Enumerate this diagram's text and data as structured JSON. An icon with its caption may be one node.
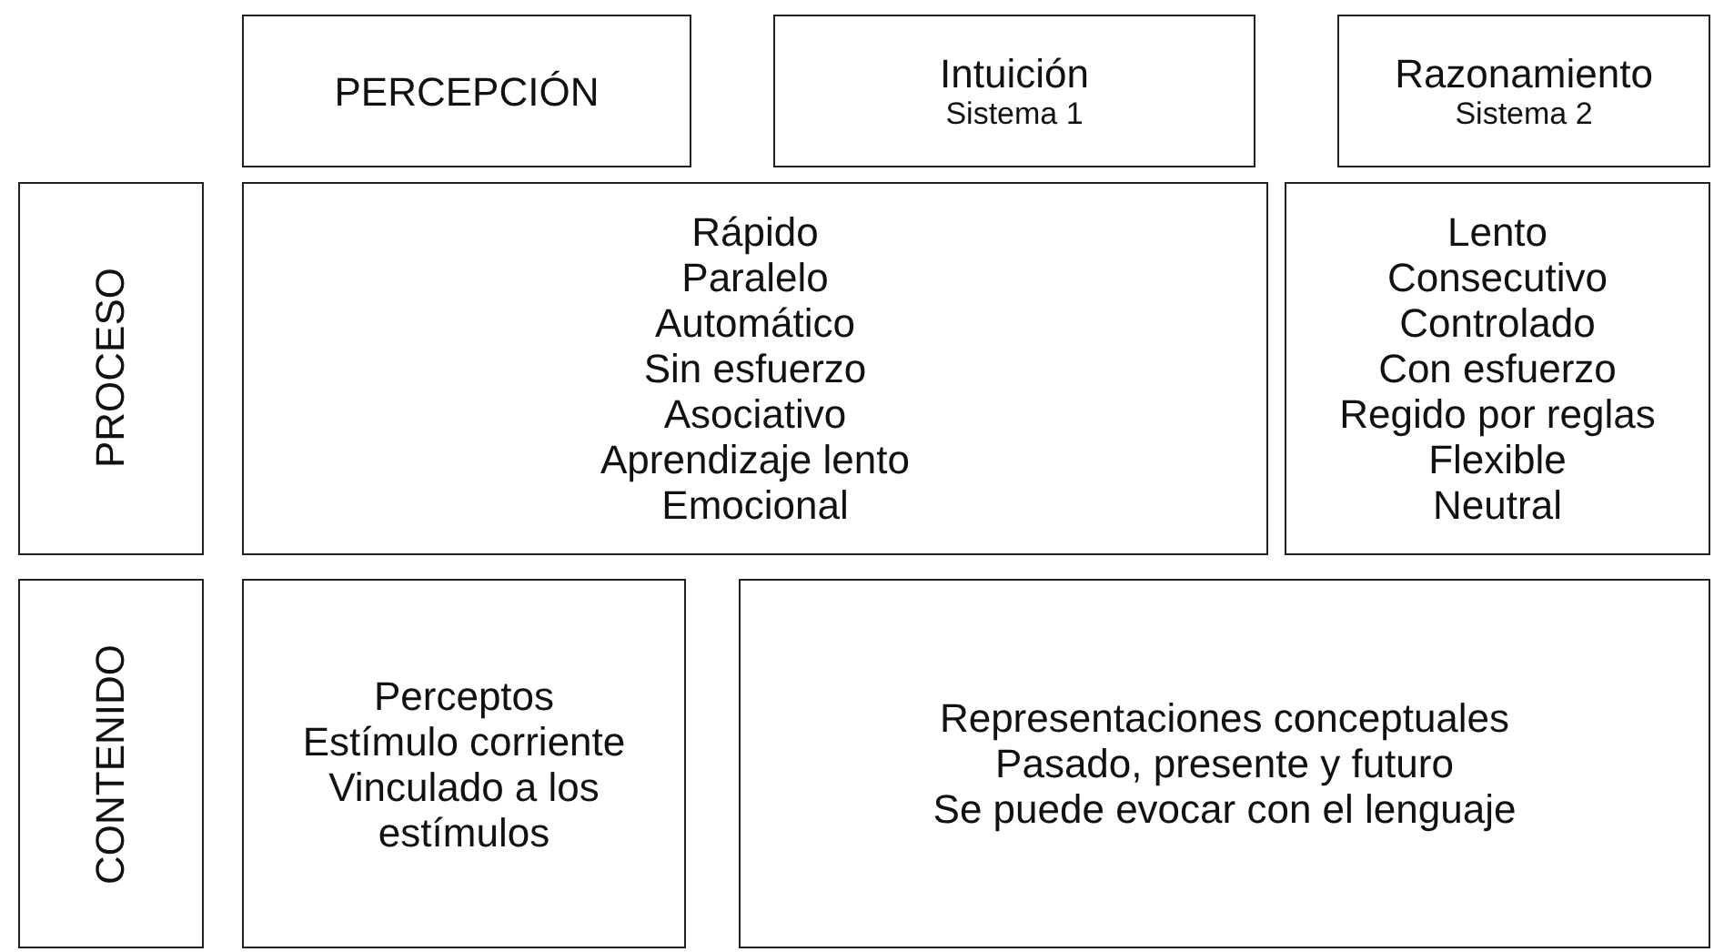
{
  "diagram": {
    "nodes": [
      {
        "text": [
          "PERCEPCIÓN"
        ]
      },
      {
        "text": [
          "Intuición",
          "Sistema 1"
        ]
      },
      {
        "text": [
          "Razonamiento",
          "Sistema 2"
        ]
      },
      {
        "text": [
          "PROCESO"
        ]
      },
      {
        "text": [
          "Rápido",
          "Paralelo",
          "Automático",
          "Sin esfuerzo",
          "Asociativo",
          "Aprendizaje lento",
          "Emocional"
        ]
      },
      {
        "text": [
          "Lento",
          "Consecutivo",
          "Controlado",
          "Con esfuerzo",
          "Regido por reglas",
          "Flexible",
          "Neutral"
        ]
      },
      {
        "text": [
          "CONTENIDO"
        ]
      },
      {
        "text": [
          "Perceptos",
          "Estímulo corriente",
          "Vinculado a los estímulos"
        ]
      },
      {
        "text": [
          "Representaciones conceptuales",
          "Pasado, presente y futuro",
          "Se puede evocar con el lenguaje"
        ]
      }
    ]
  }
}
